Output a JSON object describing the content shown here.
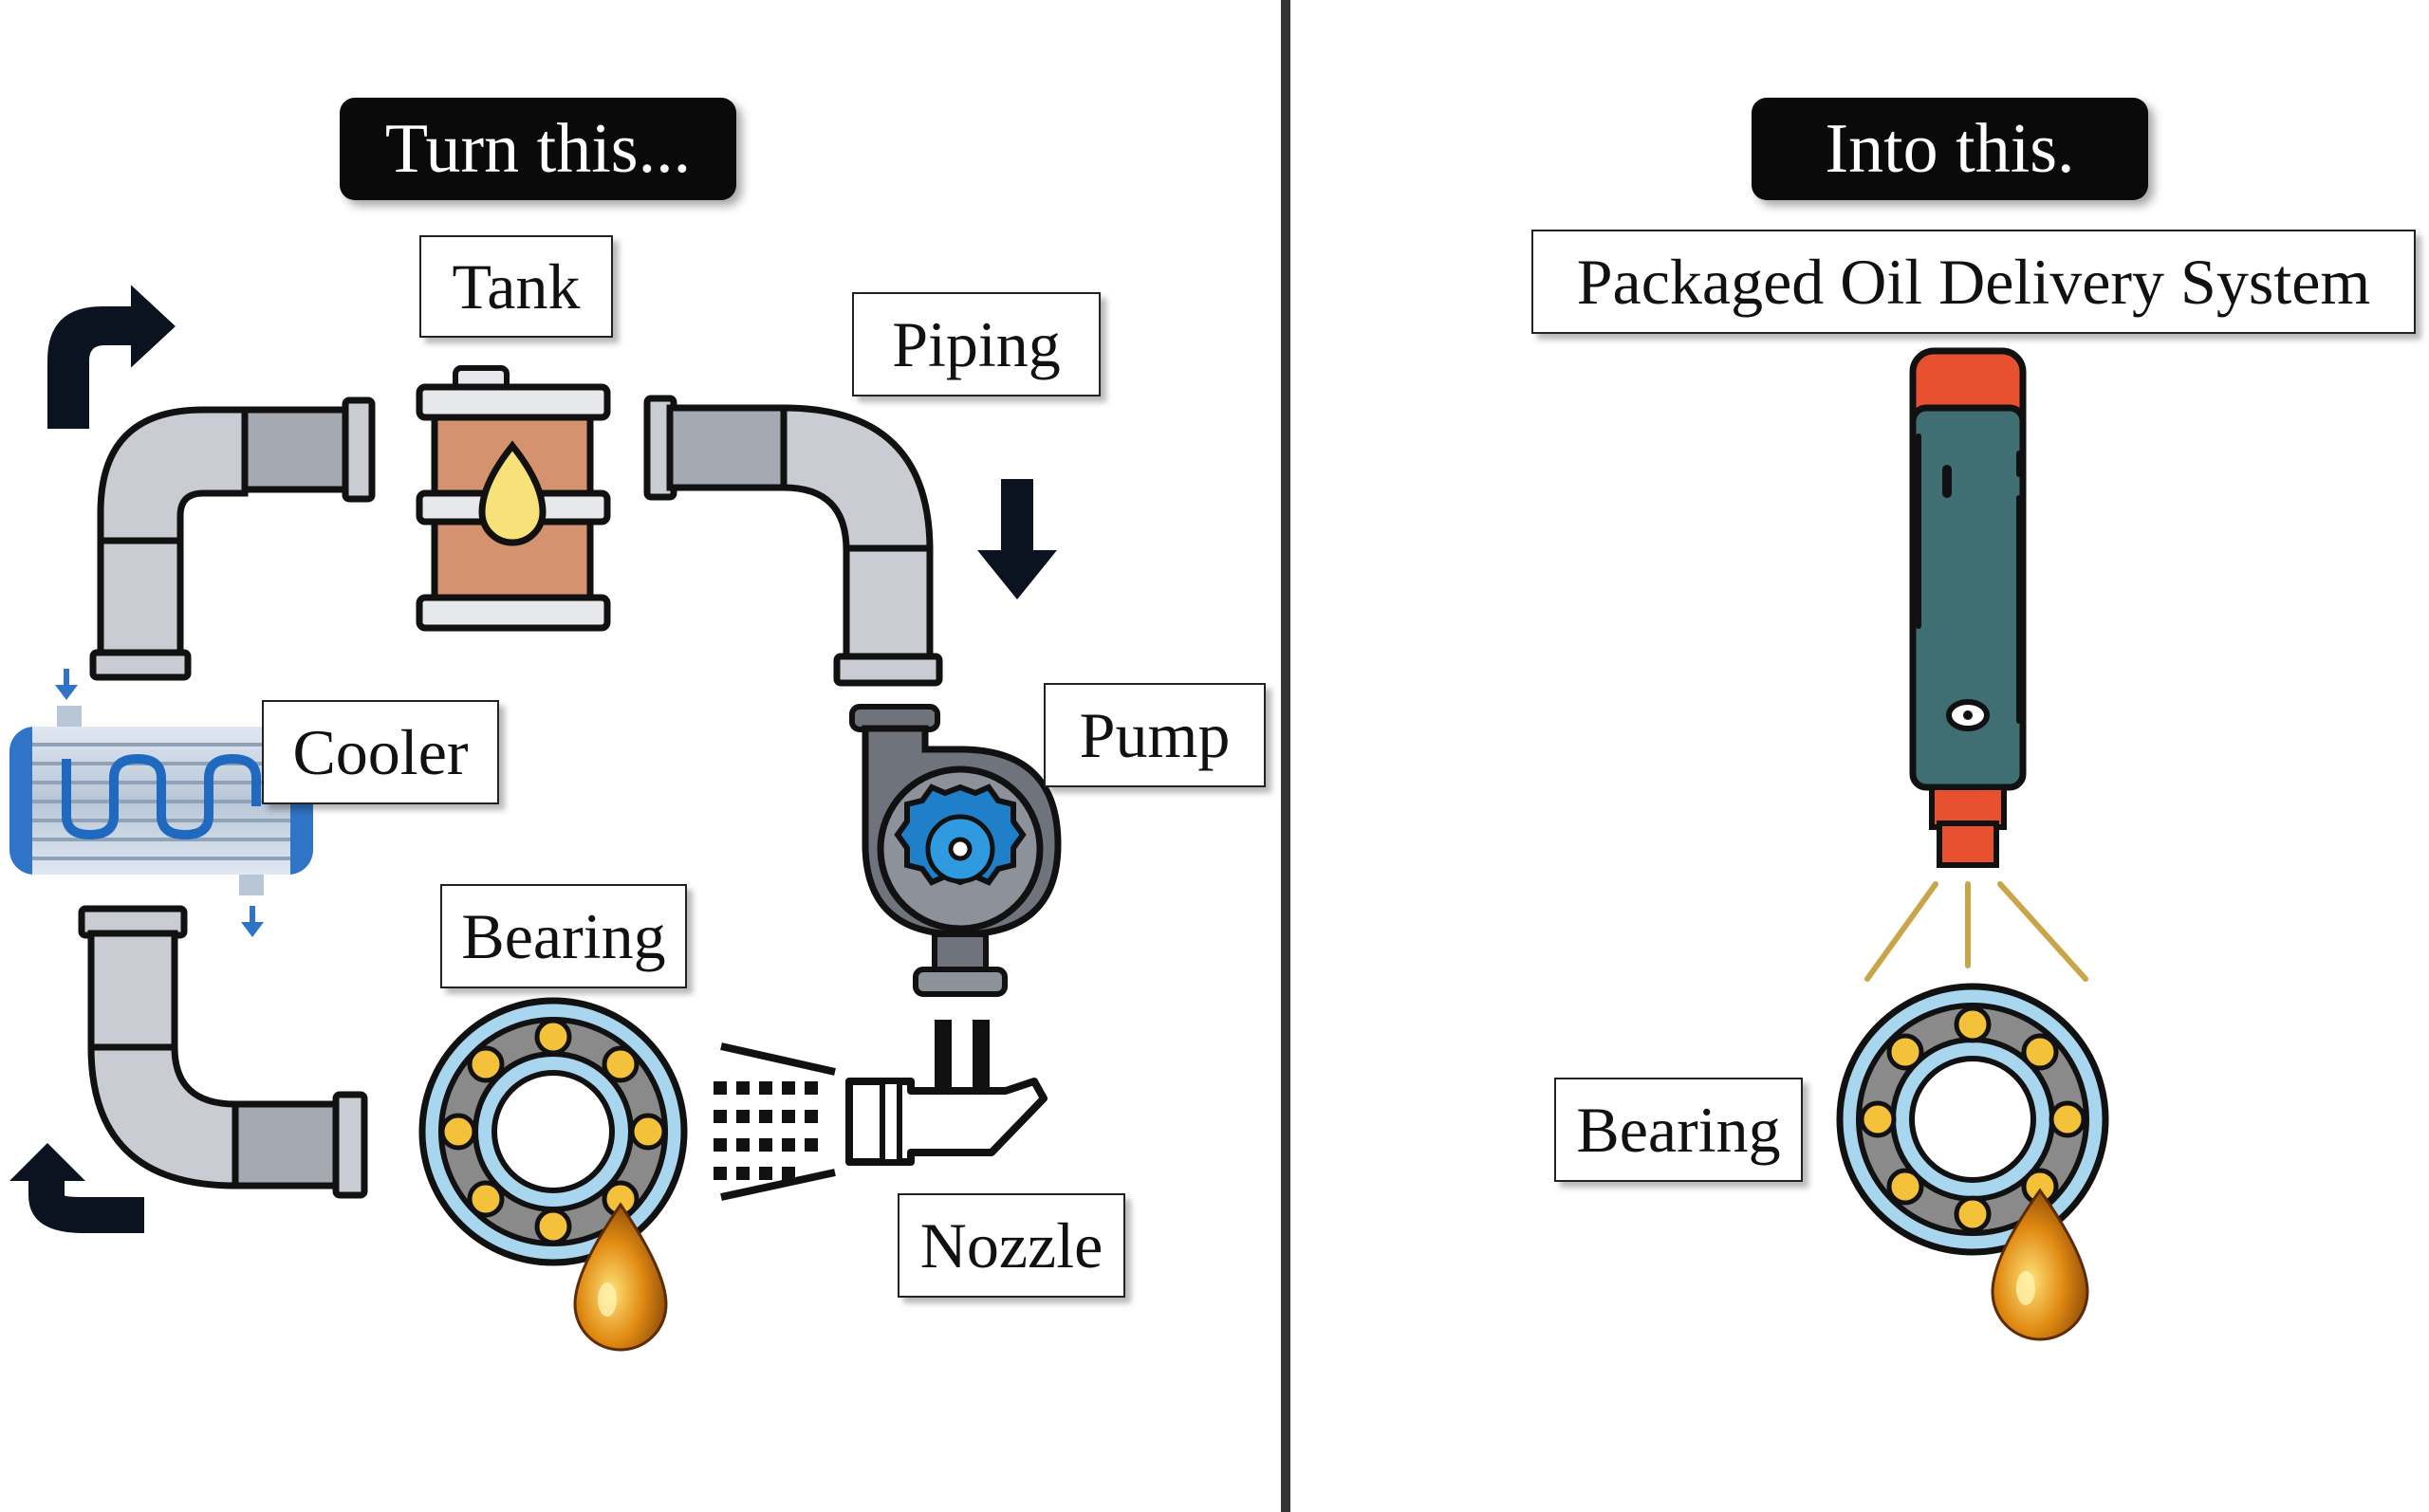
{
  "left_panel": {
    "heading": "Turn this...",
    "components": {
      "tank": "Tank",
      "piping": "Piping",
      "pump": "Pump",
      "cooler": "Cooler",
      "bearing": "Bearing",
      "nozzle": "Nozzle"
    }
  },
  "right_panel": {
    "heading": "Into this.",
    "system_label": "Packaged Oil Delivery System",
    "bearing": "Bearing"
  },
  "colors": {
    "pipe": "#c9ccd2",
    "pipe_dark": "#a5a9b1",
    "outline": "#111111",
    "tank_body": "#d4926f",
    "oil_drop": "#f7e27a",
    "pump_body": "#6f737c",
    "impeller": "#1f7fc9",
    "cooler": "#2f74c6",
    "bearing_ring": "#a9d6ef",
    "bearing_race": "#8a8a8a",
    "ball": "#f4c23a",
    "lubricator_body": "#3f6e73",
    "lubricator_cap": "#e8512f",
    "spray_lines": "#c9a54a",
    "drop_amber": "#e08a12"
  }
}
